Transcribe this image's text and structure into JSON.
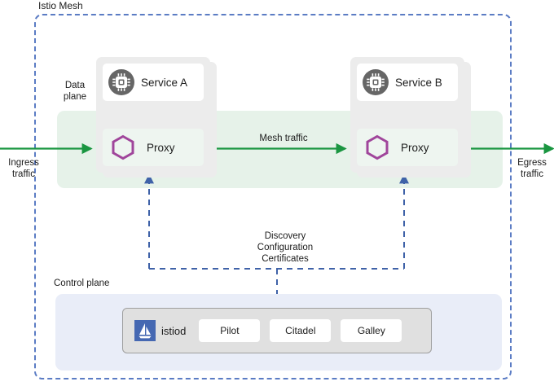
{
  "diagram": {
    "title": "Istio Mesh",
    "mesh_boundary_label": "Istio Mesh",
    "colors": {
      "mesh_border": "#5b7cc4",
      "data_plane_band": "#e6f2e9",
      "control_plane_panel": "#e9edf8",
      "traffic_arrow": "#1a9641",
      "config_arrow": "#3f62a8",
      "proxy_hexagon": "#a0459b",
      "service_icon": "#666666",
      "istiod_logo": "#4568b2",
      "pod_background": "#ececec"
    }
  },
  "data_plane": {
    "label": "Data\nplane",
    "label_line1": "Data",
    "label_line2": "plane",
    "workloads": [
      {
        "service_name": "Service A",
        "service_icon": "cpu-chip-icon",
        "proxy_name": "Proxy",
        "proxy_icon": "hexagon-icon"
      },
      {
        "service_name": "Service B",
        "service_icon": "cpu-chip-icon",
        "proxy_name": "Proxy",
        "proxy_icon": "hexagon-icon"
      }
    ]
  },
  "control_plane": {
    "label": "Control plane",
    "istiod": {
      "name": "istiod",
      "logo_icon": "istio-sailboat-icon",
      "components": [
        "Pilot",
        "Citadel",
        "Galley"
      ]
    }
  },
  "traffic": {
    "ingress_line1": "Ingress",
    "ingress_line2": "traffic",
    "egress_line1": "Egress",
    "egress_line2": "traffic",
    "mesh_traffic": "Mesh traffic"
  },
  "config_flow": {
    "line1": "Discovery",
    "line2": "Configuration",
    "line3": "Certificates"
  }
}
